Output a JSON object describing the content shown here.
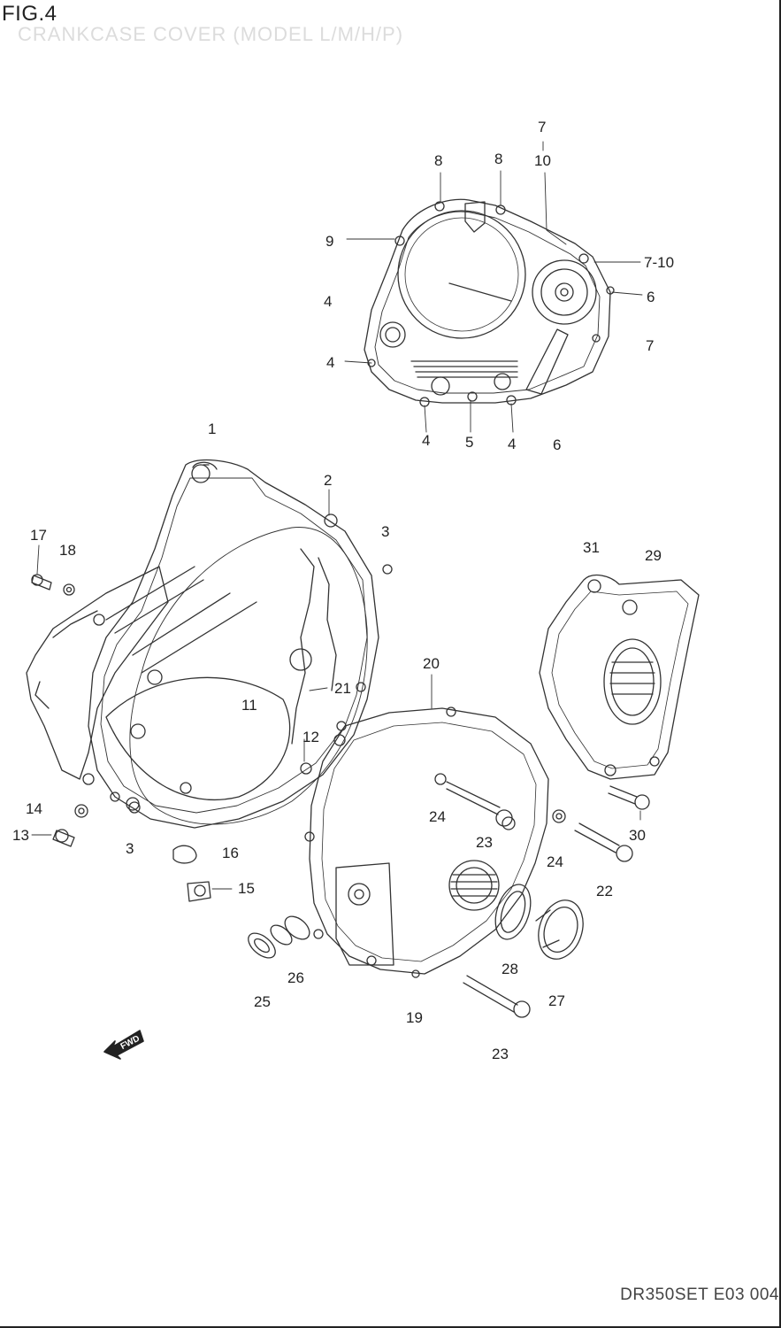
{
  "header": {
    "fig_label": "FIG.4",
    "subtitle": "CRANKCASE COVER (MODEL L/M/H/P)"
  },
  "footer": {
    "drawing_code": "DR350SET E03 004"
  },
  "fwd_badge": "FWD",
  "callouts": [
    {
      "id": "c7a",
      "text": "7"
    },
    {
      "id": "c8a",
      "text": "8"
    },
    {
      "id": "c8b",
      "text": "8"
    },
    {
      "id": "c10",
      "text": "10"
    },
    {
      "id": "c9",
      "text": "9"
    },
    {
      "id": "c7-10",
      "text": "7-10"
    },
    {
      "id": "c4a",
      "text": "4"
    },
    {
      "id": "c6a",
      "text": "6"
    },
    {
      "id": "c7b",
      "text": "7"
    },
    {
      "id": "c4b",
      "text": "4"
    },
    {
      "id": "c4c",
      "text": "4"
    },
    {
      "id": "c5",
      "text": "5"
    },
    {
      "id": "c4d",
      "text": "4"
    },
    {
      "id": "c6b",
      "text": "6"
    },
    {
      "id": "c1",
      "text": "1"
    },
    {
      "id": "c2",
      "text": "2"
    },
    {
      "id": "c3a",
      "text": "3"
    },
    {
      "id": "c17",
      "text": "17"
    },
    {
      "id": "c18",
      "text": "18"
    },
    {
      "id": "c31",
      "text": "31"
    },
    {
      "id": "c29",
      "text": "29"
    },
    {
      "id": "c20",
      "text": "20"
    },
    {
      "id": "c21",
      "text": "21"
    },
    {
      "id": "c11",
      "text": "11"
    },
    {
      "id": "c12",
      "text": "12"
    },
    {
      "id": "c14",
      "text": "14"
    },
    {
      "id": "c13",
      "text": "13"
    },
    {
      "id": "c3b",
      "text": "3"
    },
    {
      "id": "c16",
      "text": "16"
    },
    {
      "id": "c15",
      "text": "15"
    },
    {
      "id": "c24a",
      "text": "24"
    },
    {
      "id": "c23a",
      "text": "23"
    },
    {
      "id": "c24b",
      "text": "24"
    },
    {
      "id": "c30",
      "text": "30"
    },
    {
      "id": "c22",
      "text": "22"
    },
    {
      "id": "c28",
      "text": "28"
    },
    {
      "id": "c26",
      "text": "26"
    },
    {
      "id": "c25",
      "text": "25"
    },
    {
      "id": "c27",
      "text": "27"
    },
    {
      "id": "c19",
      "text": "19"
    },
    {
      "id": "c23b",
      "text": "23"
    }
  ]
}
